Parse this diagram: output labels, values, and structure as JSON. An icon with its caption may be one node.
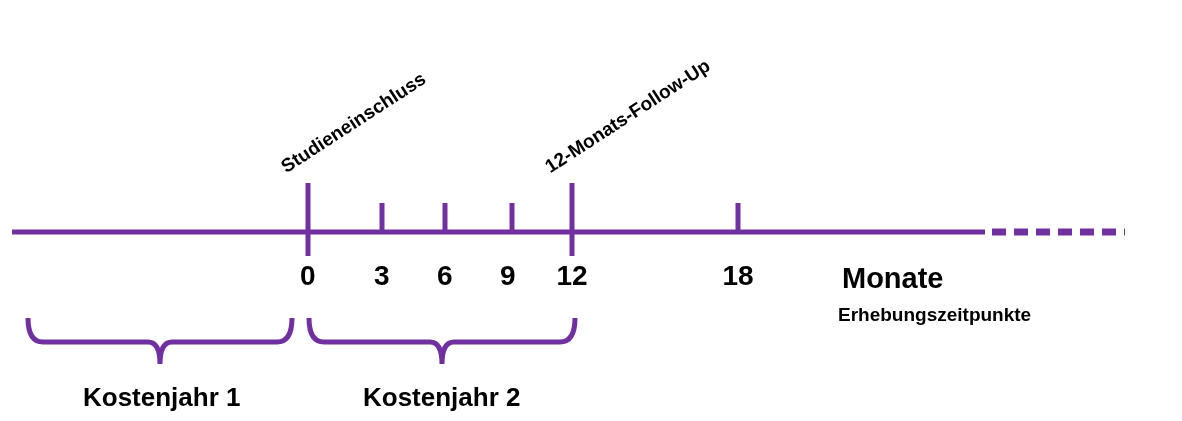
{
  "diagram": {
    "labels": [
      "Studieneinschluss",
      "12-Monats-Follow-Up",
      "0",
      "3",
      "6",
      "9",
      "12",
      "18",
      "Monate",
      "Erhebungszeitpunkte",
      "Kostenjahr 1",
      "Kostenjahr 2"
    ]
  }
}
